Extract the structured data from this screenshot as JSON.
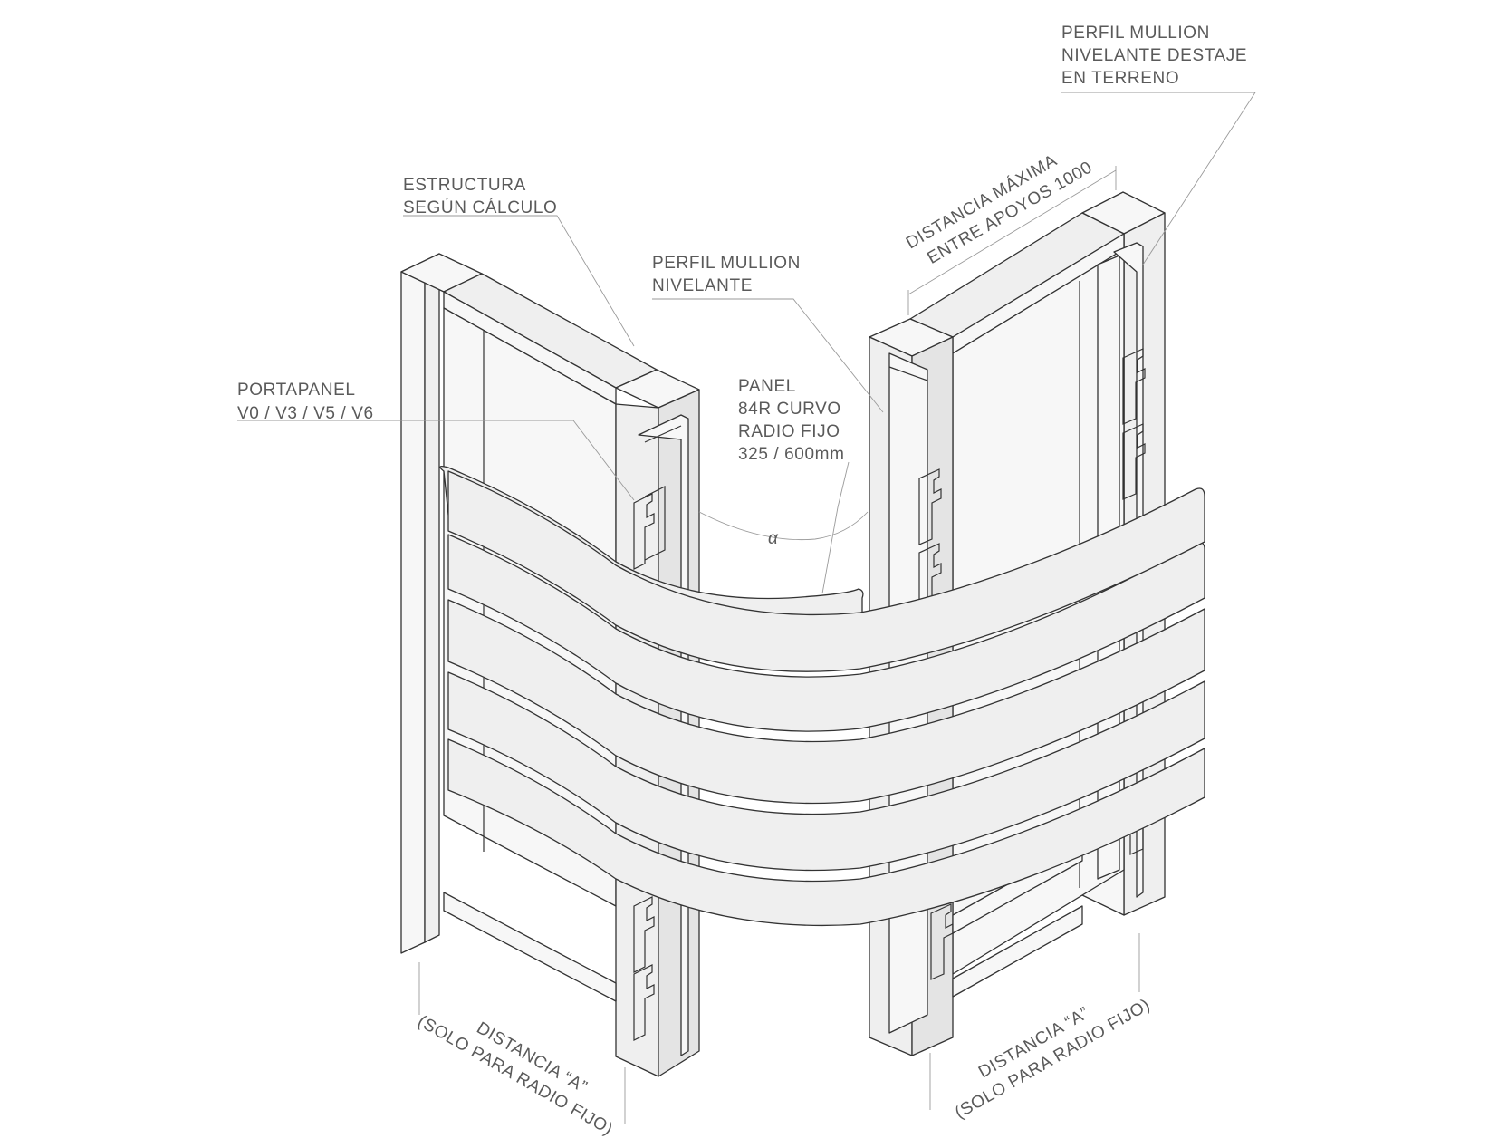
{
  "labels": {
    "perfil_destaje": [
      "PERFIL MULLION",
      "NIVELANTE DESTAJE",
      "EN TERRENO"
    ],
    "estructura": [
      "ESTRUCTURA",
      "SEGÚN CÁLCULO"
    ],
    "distancia_maxima": [
      "DISTANCIA MÁXIMA",
      "ENTRE APOYOS 1000"
    ],
    "perfil_nivelante": [
      "PERFIL MULLION",
      "NIVELANTE"
    ],
    "portapanel": [
      "PORTAPANEL",
      "V0 / V3 / V5 / V6"
    ],
    "panel": [
      "PANEL",
      "84R CURVO",
      "RADIO FIJO",
      "325 / 600mm"
    ],
    "angle_symbol": "α",
    "distancia_a_left": [
      "DISTANCIA “A”",
      "(SOLO PARA RADIO FIJO)"
    ],
    "distancia_a_right": [
      "DISTANCIA “A”",
      "(SOLO PARA RADIO FIJO)"
    ]
  }
}
